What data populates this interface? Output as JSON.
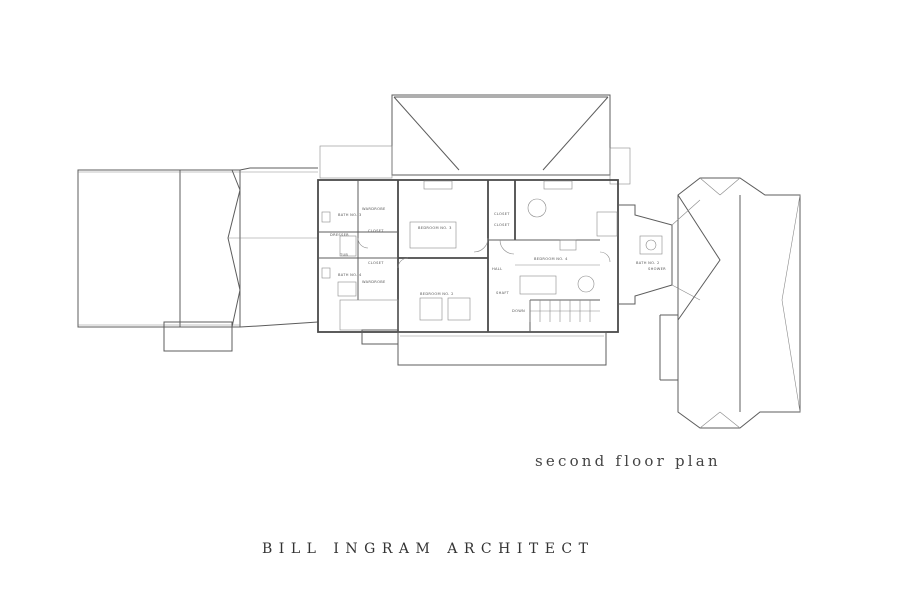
{
  "caption": "second floor plan",
  "firm": "BILL INGRAM ARCHITECT",
  "room_labels": {
    "bath_3": "BATH NO. 3",
    "wardrobe_1": "WARDROBE",
    "closet_a": "CLOSET",
    "dresser": "DRESSER",
    "tub": "TUB",
    "closet_b": "CLOSET",
    "bath_4": "BATH NO. 4",
    "wardrobe_2": "WARDROBE",
    "bedroom_3": "BEDROOM NO. 3",
    "bedroom_2": "BEDROOM NO. 2",
    "closet_c": "CLOSET",
    "closet_d": "CLOSET",
    "hall": "HALL",
    "shaft": "SHAFT",
    "down": "DOWN",
    "bedroom_4": "BEDROOM NO. 4",
    "bath_2": "BATH NO. 2",
    "shower": "SHOWER"
  }
}
